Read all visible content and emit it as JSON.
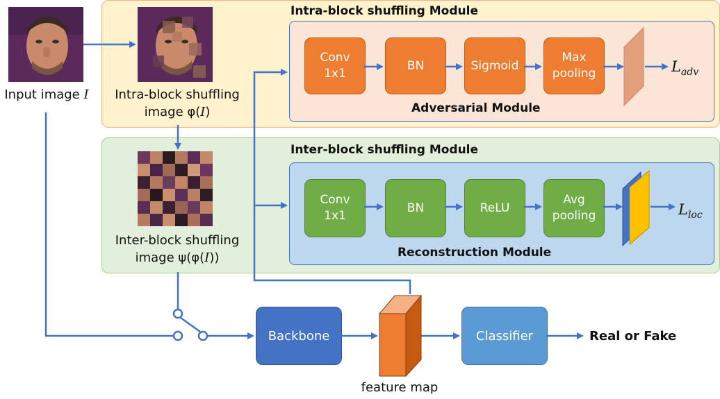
{
  "intra_module": {
    "title": "Intra-block shuffling Module"
  },
  "inter_module": {
    "title": "Inter-block shuffling Module"
  },
  "adversarial": {
    "title": "Adversarial Module",
    "blocks": [
      "Conv\n1x1",
      "BN",
      "Sigmoid",
      "Max\npooling"
    ],
    "loss_symbol": "L",
    "loss_subscript": "adv"
  },
  "reconstruction": {
    "title": "Reconstruction Module",
    "blocks": [
      "Conv\n1x1",
      "BN",
      "ReLU",
      "Avg\npooling"
    ],
    "loss_symbol": "L",
    "loss_subscript": "loc"
  },
  "input_image": {
    "label": "Input image",
    "symbol": "I"
  },
  "intra_image": {
    "label_line1": "Intra-block shuffling",
    "label_line2": "image φ(",
    "symbol": "I",
    "label_tail": ")"
  },
  "inter_image": {
    "label_line1": "Inter-block shuffling",
    "label_line2": "image ψ(φ(",
    "symbol": "I",
    "label_tail": "))"
  },
  "backbone": {
    "label": "Backbone"
  },
  "classifier": {
    "label": "Classifier"
  },
  "feature_map": {
    "label": "feature map"
  },
  "output": {
    "label": "Real or Fake"
  },
  "colors": {
    "intra_bg": "#fff2cc",
    "intra_border": "#f4b183",
    "inter_bg": "#e2efda",
    "inter_border": "#a9d18e",
    "adversarial_bg": "#fbe5d6",
    "adversarial_border": "#4472c4",
    "reconstruction_bg": "#bdd7ee",
    "reconstruction_border": "#4472c4",
    "block_orange": "#ed7d31",
    "block_green": "#70ad47",
    "backbone": "#4472c4",
    "classifier": "#5b9bd5",
    "arrow": "#4472c4"
  }
}
